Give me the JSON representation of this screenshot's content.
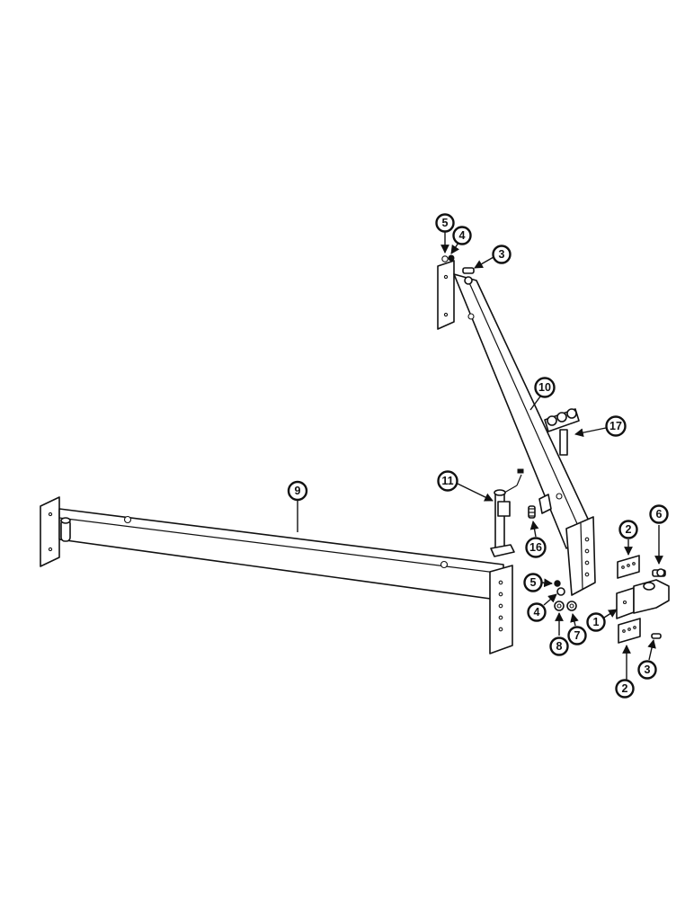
{
  "callouts": [
    {
      "id": "c-5-top",
      "label": "5"
    },
    {
      "id": "c-4-top",
      "label": "4"
    },
    {
      "id": "c-3-top",
      "label": "3"
    },
    {
      "id": "c-10",
      "label": "10"
    },
    {
      "id": "c-17",
      "label": "17"
    },
    {
      "id": "c-9",
      "label": "9"
    },
    {
      "id": "c-11",
      "label": "11"
    },
    {
      "id": "c-16",
      "label": "16"
    },
    {
      "id": "c-2-upper",
      "label": "2"
    },
    {
      "id": "c-6",
      "label": "6"
    },
    {
      "id": "c-5-low",
      "label": "5"
    },
    {
      "id": "c-4-low",
      "label": "4"
    },
    {
      "id": "c-1",
      "label": "1"
    },
    {
      "id": "c-8",
      "label": "8"
    },
    {
      "id": "c-7",
      "label": "7"
    },
    {
      "id": "c-2-lower",
      "label": "2"
    },
    {
      "id": "c-3-low",
      "label": "3"
    }
  ]
}
